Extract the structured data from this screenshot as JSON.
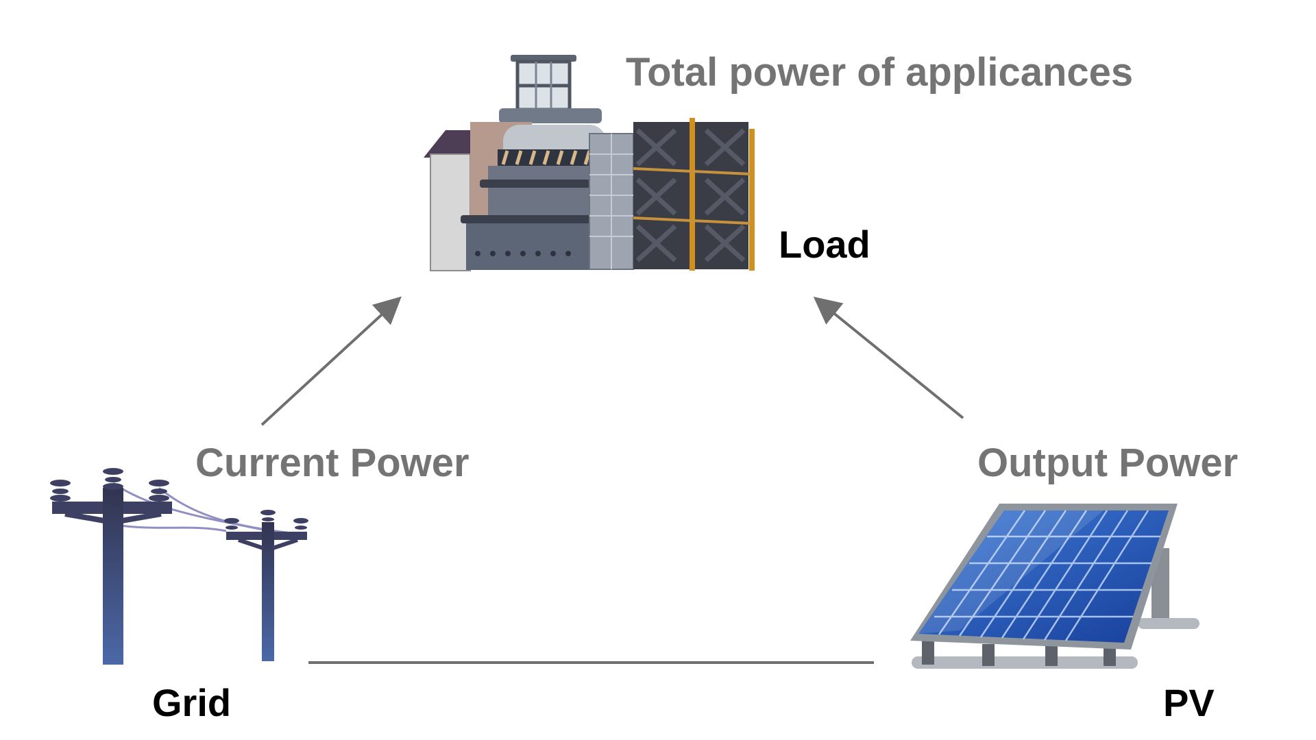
{
  "diagram": {
    "load": {
      "title": "Load",
      "annotation": "Total power of applicances",
      "icon": "factory-icon"
    },
    "grid": {
      "title": "Grid",
      "annotation": "Current Power",
      "icon": "utility-pole-icon"
    },
    "pv": {
      "title": "PV",
      "annotation": "Output Power",
      "icon": "solar-panel-icon"
    },
    "colors": {
      "annotation_text": "#747474",
      "node_text": "#000000",
      "connector": "#6f6f6f",
      "panel_blue": "#1f57b8",
      "pole": "#3d3f63"
    }
  }
}
